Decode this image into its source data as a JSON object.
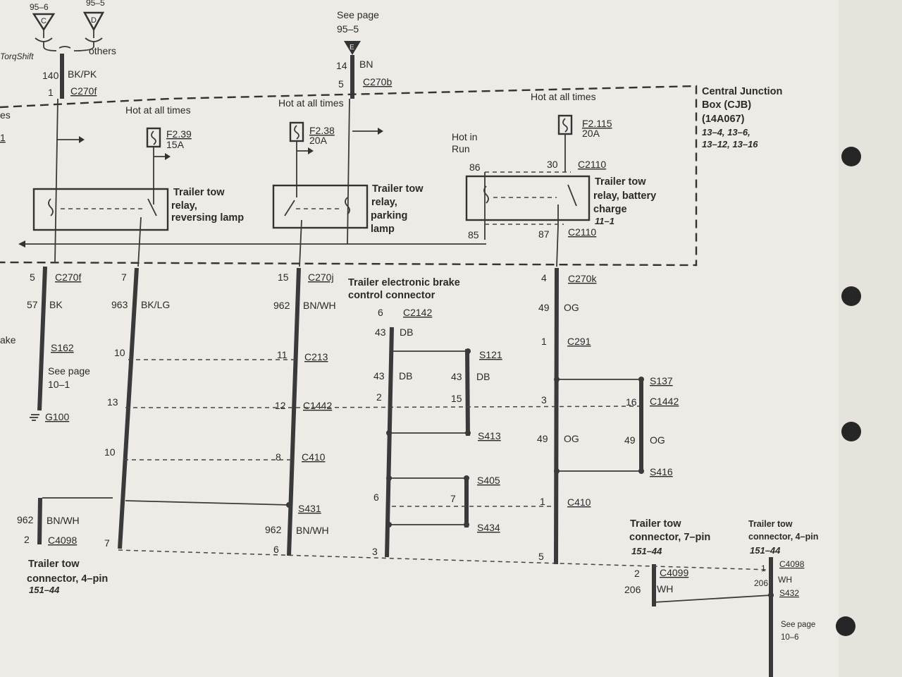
{
  "top": {
    "ref_left": "95–6",
    "ref_left_letter": "C",
    "ref_right": "95–5",
    "ref_right_letter": "D",
    "torqshift": "TorqShift",
    "others": "others",
    "see_page": "See page",
    "see_page_num": "95–5",
    "e_letter": "E"
  },
  "wires": {
    "w140": "140",
    "w140_color": "BK/PK",
    "pin1": "1",
    "c270f_top": "C270f",
    "w14": "14",
    "w14_color": "BN",
    "pin5": "5",
    "c270b": "C270b"
  },
  "cjb": {
    "title1": "Central Junction",
    "title2": "Box (CJB)",
    "part": "(14A067)",
    "refs1": "13–4, 13–6,",
    "refs2": "13–12, 13–16",
    "left_es": "es",
    "left_1": "1"
  },
  "hot": {
    "h1": "Hot at all times",
    "h2": "Hot at all times",
    "h3": "Hot at all times",
    "run1": "Hot in",
    "run2": "Run"
  },
  "fuses": {
    "f1_name": "F2.39",
    "f1_amp": "15A",
    "f2_name": "F2.38",
    "f2_amp": "20A",
    "f3_name": "F2.115",
    "f3_amp": "20A"
  },
  "relays": {
    "r1_l1": "Trailer tow",
    "r1_l2": "relay,",
    "r1_l3": "reversing lamp",
    "r2_l1": "Trailer tow",
    "r2_l2": "relay,",
    "r2_l3": "parking",
    "r2_l4": "lamp",
    "r3_l1": "Trailer tow",
    "r3_l2": "relay, battery",
    "r3_l3": "charge",
    "r3_ref": "11–1",
    "p86": "86",
    "p30": "30",
    "c2110_top": "C2110",
    "p85": "85",
    "p87": "87",
    "c2110_bot": "C2110"
  },
  "lower": {
    "c1_pin": "5",
    "c1_conn": "C270f",
    "c1_wire": "57",
    "c1_color": "BK",
    "ake": "ake",
    "s162": "S162",
    "see1": "See page",
    "see1_num": "10–1",
    "g100": "G100",
    "c2_pin": "7",
    "c2_wire": "963",
    "c2_color": "BK/LG",
    "c2_p10a": "10",
    "c2_p13": "13",
    "c2_p10b": "10",
    "c2_p7": "7",
    "c3_pin": "15",
    "c3_conn": "C270j",
    "c3_wire": "962",
    "c3_color": "BN/WH",
    "c3_p11": "11",
    "c213": "C213",
    "c3_p12": "12",
    "c1442_a": "C1442",
    "c3_p8": "8",
    "c410_a": "C410",
    "s431": "S431",
    "c3_w962b": "962",
    "c3_color_b": "BN/WH",
    "c3_p6": "6",
    "brake1": "Trailer electronic brake",
    "brake2": "control connector",
    "b_pin6": "6",
    "c2142": "C2142",
    "b_w43a": "43",
    "b_db_a": "DB",
    "s121": "S121",
    "b_w43b": "43",
    "b_db_b": "DB",
    "b_w43c": "43",
    "b_db_c": "DB",
    "b_p2": "2",
    "b_p15": "15",
    "s413": "S413",
    "s405": "S405",
    "b_p6b": "6",
    "b_p7": "7",
    "s434": "S434",
    "b_p3": "3",
    "c4_pin": "4",
    "c270k": "C270k",
    "c4_w49a": "49",
    "c4_og_a": "OG",
    "c4_p1": "1",
    "c291": "C291",
    "s137": "S137",
    "c4_p3": "3",
    "c4_p16": "16",
    "c1442_b": "C1442",
    "c4_w49b": "49",
    "c4_og_b": "OG",
    "c4_w49c": "49",
    "c4_og_c": "OG",
    "s416": "S416",
    "c4_p1b": "1",
    "c410_b": "C410",
    "c4_p5": "5",
    "l4_w962": "962",
    "l4_color": "BN/WH",
    "l4_p2": "2",
    "c4098_l": "C4098",
    "l4_t1": "Trailer tow",
    "l4_t2": "connector, 4–pin",
    "l4_ref": "151–44",
    "t7_t1": "Trailer tow",
    "t7_t2": "connector, 7–pin",
    "t7_ref": "151–44",
    "t7_p2": "2",
    "c4099": "C4099",
    "t7_w206": "206",
    "t7_wh": "WH",
    "r4_t1": "Trailer tow",
    "r4_t2": "connector, 4–pin",
    "r4_ref": "151–44",
    "r4_p1": "1",
    "c4098_r": "C4098",
    "r4_w206": "206",
    "r4_wh": "WH",
    "s432": "S432",
    "see2": "See page",
    "see2_num": "10–6"
  }
}
